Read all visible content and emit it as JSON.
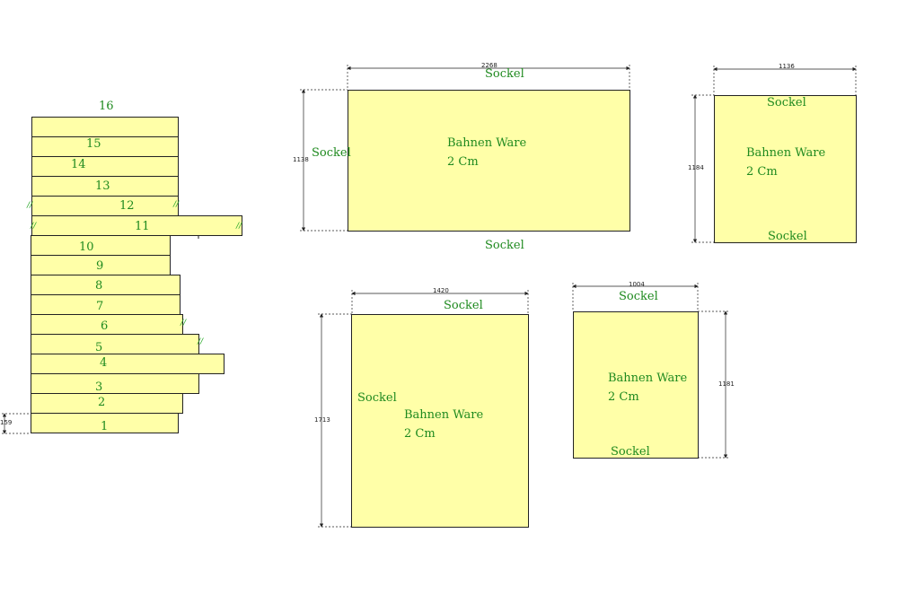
{
  "stair_steps": [
    "1",
    "2",
    "3",
    "4",
    "5",
    "6",
    "7",
    "8",
    "9",
    "10",
    "11",
    "12",
    "13",
    "14",
    "15",
    "16"
  ],
  "stair_offset_dim": "159",
  "tick_mark": "//",
  "plates": {
    "a": {
      "width_dim": "2268",
      "height_dim": "1138",
      "top": "Sockel",
      "left": "Sockel",
      "bottom": "Sockel",
      "title": "Bahnen Ware",
      "thickness": "2 Cm"
    },
    "b": {
      "width_dim": "1136",
      "height_dim": "1184",
      "top": "Sockel",
      "bottom": "Sockel",
      "title": "Bahnen Ware",
      "thickness": "2 Cm"
    },
    "c": {
      "width_dim": "1420",
      "height_dim": "1713",
      "top": "Sockel",
      "left": "Sockel",
      "title": "Bahnen Ware",
      "thickness": "2 Cm"
    },
    "d": {
      "width_dim": "1004",
      "height_dim": "1181",
      "top": "Sockel",
      "bottom": "Sockel",
      "title": "Bahnen Ware",
      "thickness": "2 Cm"
    }
  }
}
